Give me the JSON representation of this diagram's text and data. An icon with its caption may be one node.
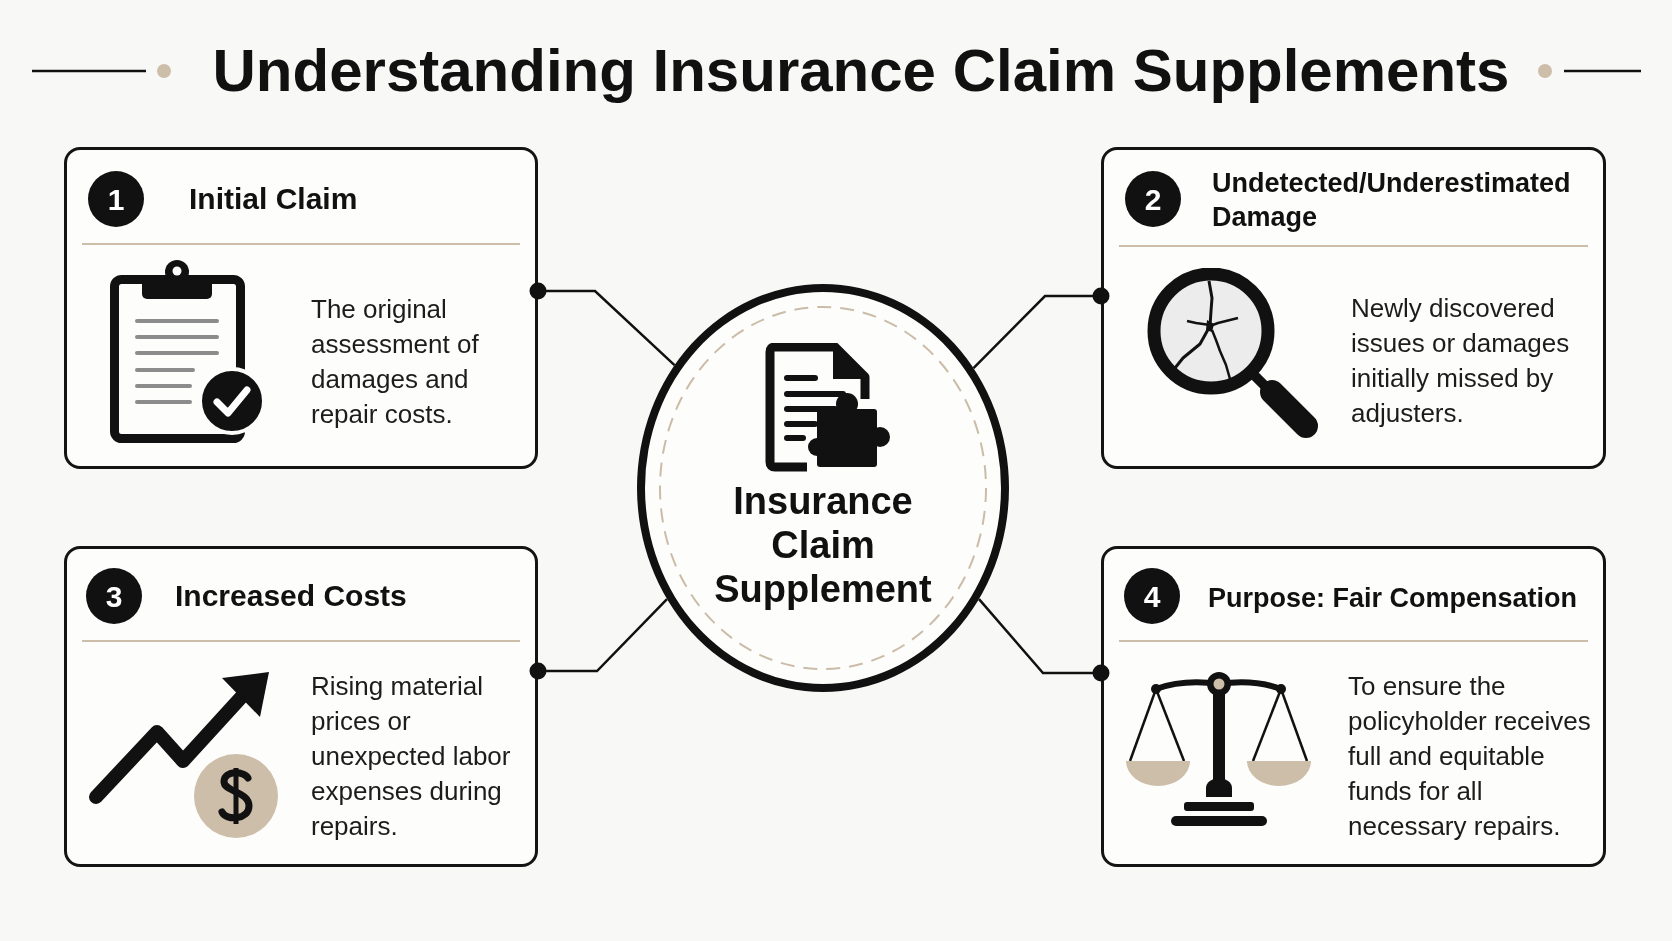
{
  "diagram": {
    "title": "Understanding Insurance Claim Supplements",
    "nodes": [
      {
        "text": [
          "1",
          "Initial Claim",
          "The original assessment of damages and repair costs."
        ]
      },
      {
        "text": [
          "Insurance Claim Supplement"
        ]
      },
      {
        "text": [
          "2",
          "Undetected/Underestimated Damage",
          "Newly discovered issues or damages initially missed by adjusters."
        ]
      },
      {
        "text": [
          "3",
          "Increased Costs",
          "Rising material prices or unexpected labor expenses during repairs."
        ]
      },
      {
        "text": [
          "4",
          "Purpose: Fair Compensation",
          "To ensure the policyholder receives full and equitable funds for all necessary repairs."
        ]
      }
    ],
    "edges": [
      {
        "from": 0,
        "to": 1,
        "arrow": "other"
      },
      {
        "from": 2,
        "to": 1,
        "arrow": "other"
      },
      {
        "from": 3,
        "to": 1,
        "arrow": "other"
      },
      {
        "from": 4,
        "to": 1,
        "arrow": "other"
      }
    ]
  }
}
